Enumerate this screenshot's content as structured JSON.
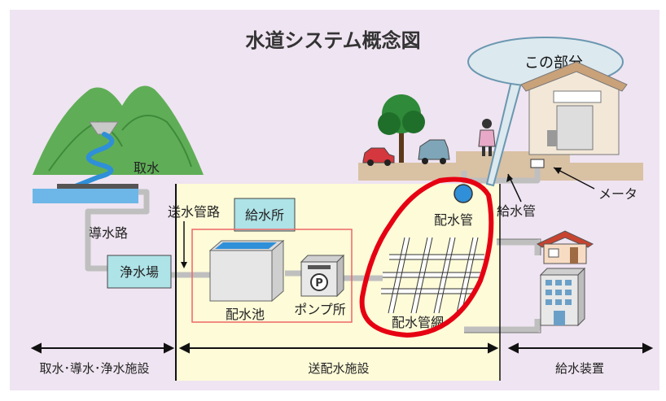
{
  "title": "水道システム概念図",
  "callout": "この部分",
  "labels": {
    "intake": "取水",
    "conduit": "導水路",
    "purification_plant": "浄水場",
    "transmission_pipe": "送水管路",
    "water_supply_station": "給水所",
    "distribution_reservoir": "配水池",
    "pump_station": "ポンプ所",
    "distribution_pipe": "配水管",
    "distribution_network": "配水管網",
    "service_pipe": "給水管",
    "meter": "メータ",
    "pump_symbol": "P"
  },
  "sections": {
    "left": "取水･導水･浄水施設",
    "middle": "送配水施設",
    "right": "給水装置"
  },
  "colors": {
    "background": "#efe4f1",
    "facility_area": "#fdfbd8",
    "facility_box": "#aee3e7",
    "highlight": "#e60012",
    "water": "#2f8fd8",
    "pipe": "#bfbfbf",
    "mountain": "#5fae57",
    "callout_fill": "#dce9ef",
    "callout_stroke": "#6a97b0"
  }
}
